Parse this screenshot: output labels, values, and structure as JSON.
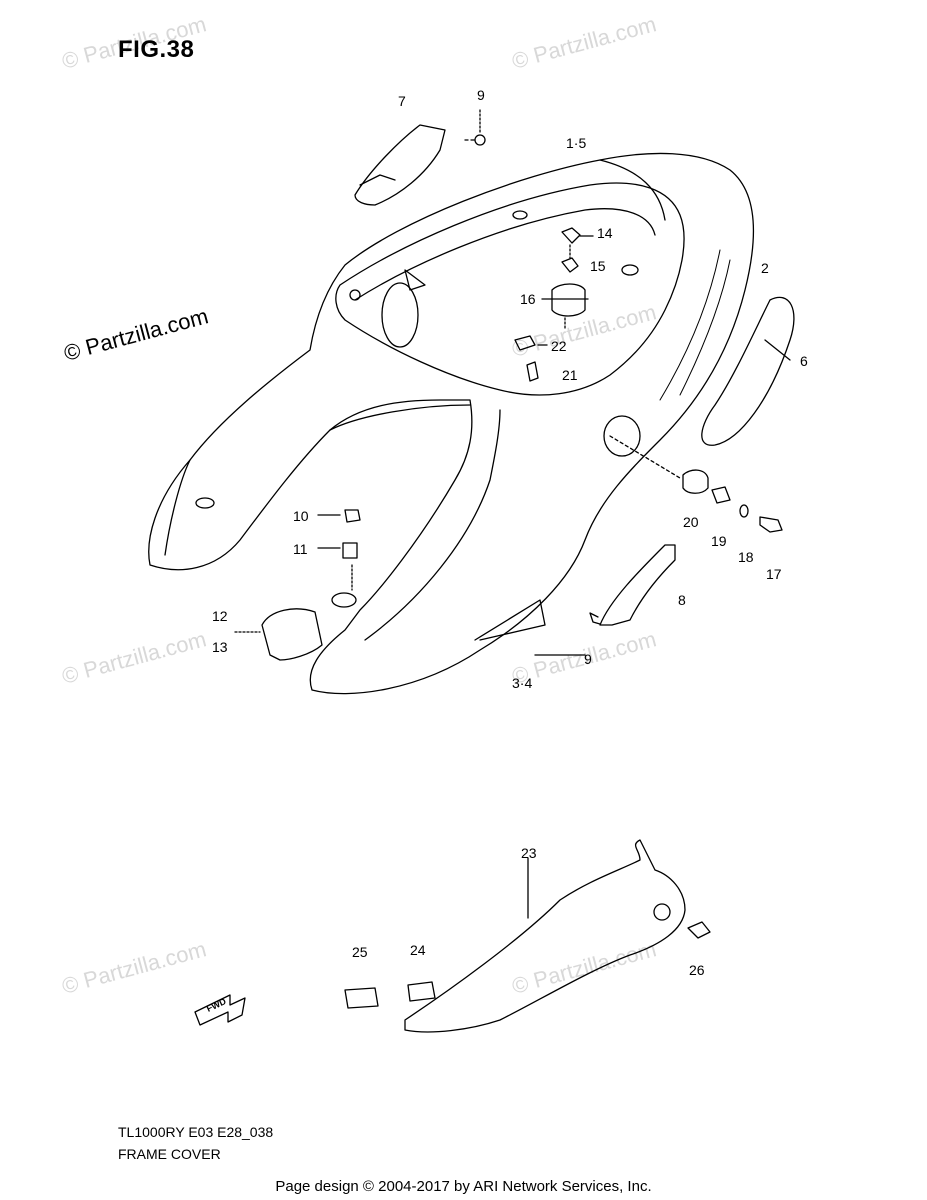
{
  "figure": {
    "title": "FIG.38",
    "model_code": "TL1000RY E03 E28_038",
    "section_name": "FRAME COVER"
  },
  "watermarks": {
    "prominent": "© Partzilla.com",
    "faint": "© Partzilla.com"
  },
  "callouts": [
    {
      "id": "c7",
      "text": "7"
    },
    {
      "id": "c9a",
      "text": "9"
    },
    {
      "id": "c1-5",
      "text": "1·5"
    },
    {
      "id": "c14",
      "text": "14"
    },
    {
      "id": "c15",
      "text": "15"
    },
    {
      "id": "c16",
      "text": "16"
    },
    {
      "id": "c22",
      "text": "22"
    },
    {
      "id": "c21",
      "text": "21"
    },
    {
      "id": "c2",
      "text": "2"
    },
    {
      "id": "c6",
      "text": "6"
    },
    {
      "id": "c10",
      "text": "10"
    },
    {
      "id": "c11",
      "text": "11"
    },
    {
      "id": "c20",
      "text": "20"
    },
    {
      "id": "c19",
      "text": "19"
    },
    {
      "id": "c18",
      "text": "18"
    },
    {
      "id": "c17",
      "text": "17"
    },
    {
      "id": "c8",
      "text": "8"
    },
    {
      "id": "c12",
      "text": "12"
    },
    {
      "id": "c13",
      "text": "13"
    },
    {
      "id": "c9b",
      "text": "9"
    },
    {
      "id": "c3-4",
      "text": "3·4"
    },
    {
      "id": "c23",
      "text": "23"
    },
    {
      "id": "c25",
      "text": "25"
    },
    {
      "id": "c24",
      "text": "24"
    },
    {
      "id": "c26",
      "text": "26"
    }
  ],
  "fwd_arrow_label": "FWD",
  "footer": "Page design © 2004-2017 by ARI Network Services, Inc."
}
